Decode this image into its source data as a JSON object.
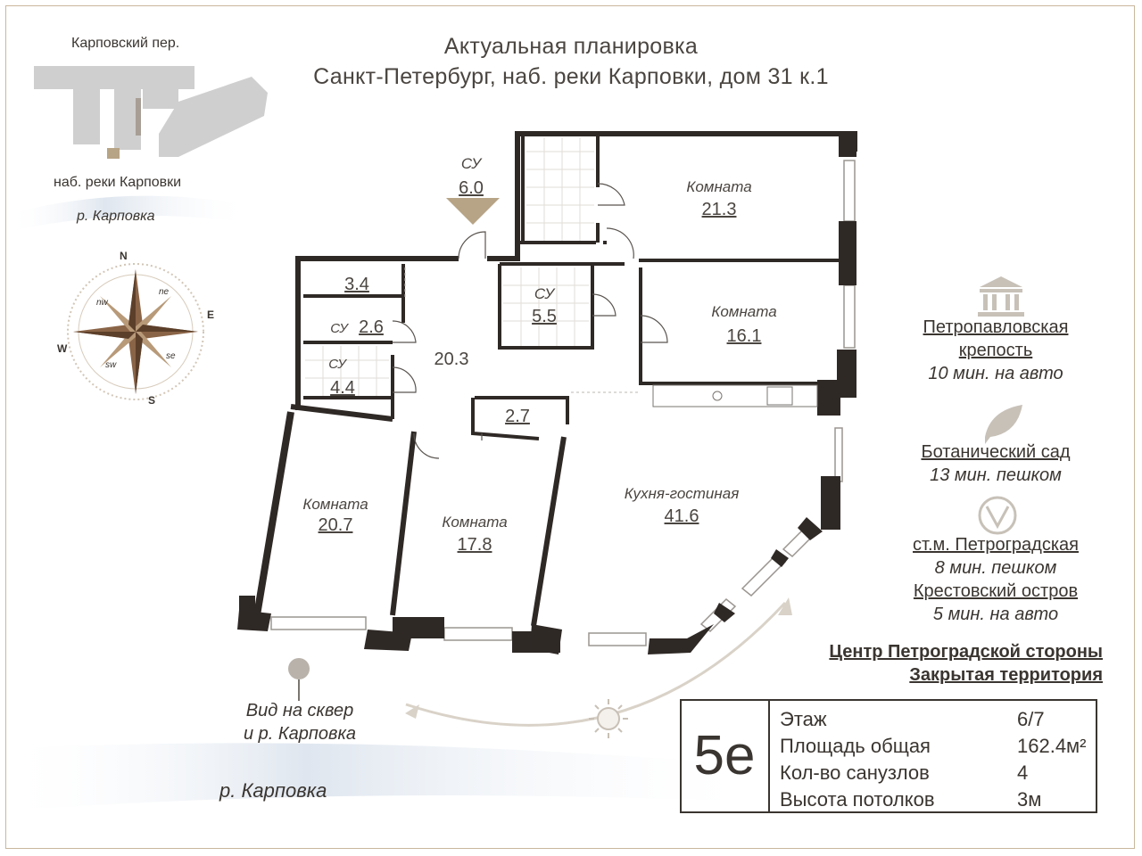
{
  "header": {
    "line1": "Актуальная планировка",
    "line2": "Санкт-Петербург, наб. реки Карповки, дом 31 к.1"
  },
  "site_map": {
    "street_top": "Карповский пер.",
    "street_bottom": "наб. реки Карповки",
    "river": "р. Карповка"
  },
  "compass": {
    "north": "N",
    "east": "E",
    "south": "S",
    "west": "W",
    "ne": "ne",
    "se": "se",
    "sw": "sw",
    "nw": "nw"
  },
  "rooms": [
    {
      "name": "СУ",
      "area": "6.0"
    },
    {
      "name": "Комната",
      "area": "21.3"
    },
    {
      "name": "СУ",
      "area": "5.5"
    },
    {
      "name": "Комната",
      "area": "16.1"
    },
    {
      "name": "",
      "area": "3.4"
    },
    {
      "name": "СУ",
      "area": "2.6"
    },
    {
      "name": "СУ",
      "area": "4.4"
    },
    {
      "name": "",
      "area": "20.3"
    },
    {
      "name": "",
      "area": "2.7"
    },
    {
      "name": "Комната",
      "area": "20.7"
    },
    {
      "name": "Комната",
      "area": "17.8"
    },
    {
      "name": "Кухня-гостиная",
      "area": "41.6"
    }
  ],
  "pois": [
    {
      "name_line1": "Петропавловская",
      "name_line2": "крепость",
      "time": "10 мин. на авто",
      "icon": "museum-icon"
    },
    {
      "name_line1": "Ботанический сад",
      "name_line2": "",
      "time": "13 мин. пешком",
      "icon": "leaf-icon"
    },
    {
      "name_line1": "ст.м. Петроградская",
      "name_line2": "",
      "time": "8 мин. пешком",
      "icon": "metro-icon"
    },
    {
      "name_line1": "Крестовский остров",
      "name_line2": "",
      "time": "5 мин. на авто",
      "icon": ""
    }
  ],
  "highlights": [
    "Центр Петроградской стороны",
    "Закрытая территория"
  ],
  "view": {
    "line1": "Вид на сквер",
    "line2": "и р. Карповка"
  },
  "river_bottom": "р. Карповка",
  "info": {
    "code": "5е",
    "rows": [
      {
        "label": "Этаж",
        "value": "6/7"
      },
      {
        "label": "Площадь общая",
        "value": "162.4м²"
      },
      {
        "label": "Кол-во санузлов",
        "value": "4"
      },
      {
        "label": "Высота потолков",
        "value": "3м"
      }
    ]
  },
  "colors": {
    "wall": "#2f2926",
    "accent": "#b7a486",
    "water": "#dfe6ef",
    "text": "#3a3530"
  }
}
